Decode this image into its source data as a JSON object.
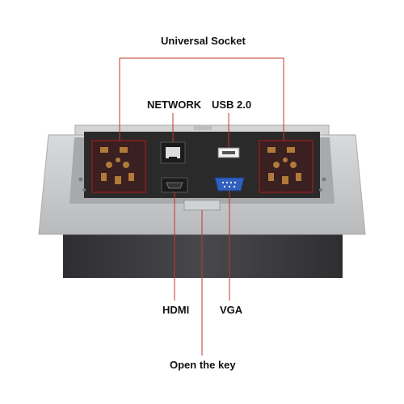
{
  "labels": {
    "universal_socket": "Universal Socket",
    "network": "NETWORK",
    "usb": "USB 2.0",
    "hdmi": "HDMI",
    "vga": "VGA",
    "open_key": "Open the key"
  },
  "colors": {
    "callout_line": "#c0392b",
    "socket_face": "#3a2020",
    "panel": "#2a2a2a",
    "housing": "#c8c9cb",
    "box_body": "#3b3b3e"
  }
}
